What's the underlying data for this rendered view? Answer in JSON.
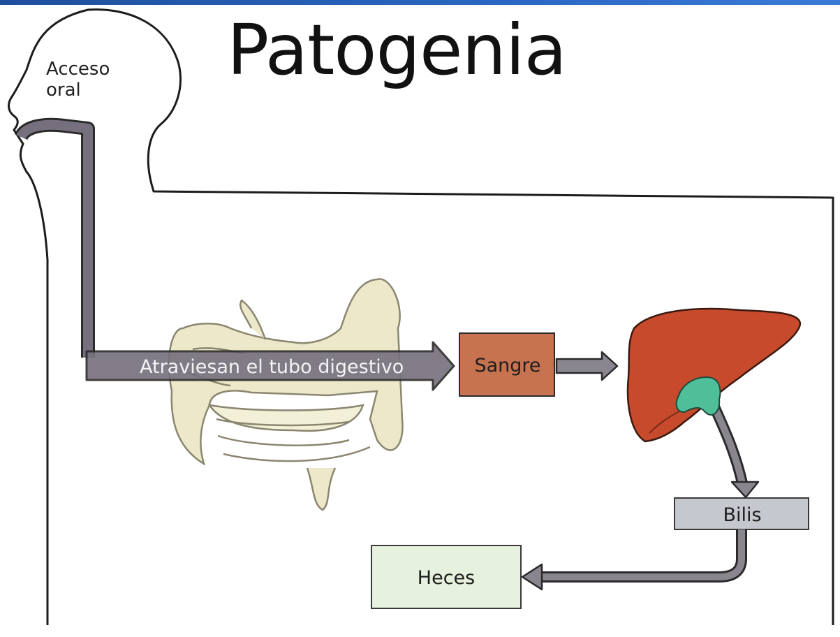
{
  "title": "Patogenia",
  "labels": {
    "access": [
      "Acceso",
      "oral"
    ],
    "pathway": "Atraviesan el tubo digestivo",
    "blood": "Sangre",
    "bile": "Bilis",
    "feces": "Heces"
  },
  "colors": {
    "header_bar": "#2a67c2",
    "pathway_arrow": "#76707e",
    "blood_box": "#c87350",
    "liver": "#c64a2b",
    "gallbladder": "#4fbf9a",
    "bile_box": "#c6c8cf",
    "feces_box": "#e6f2de",
    "intestine": "#ece8c9"
  }
}
